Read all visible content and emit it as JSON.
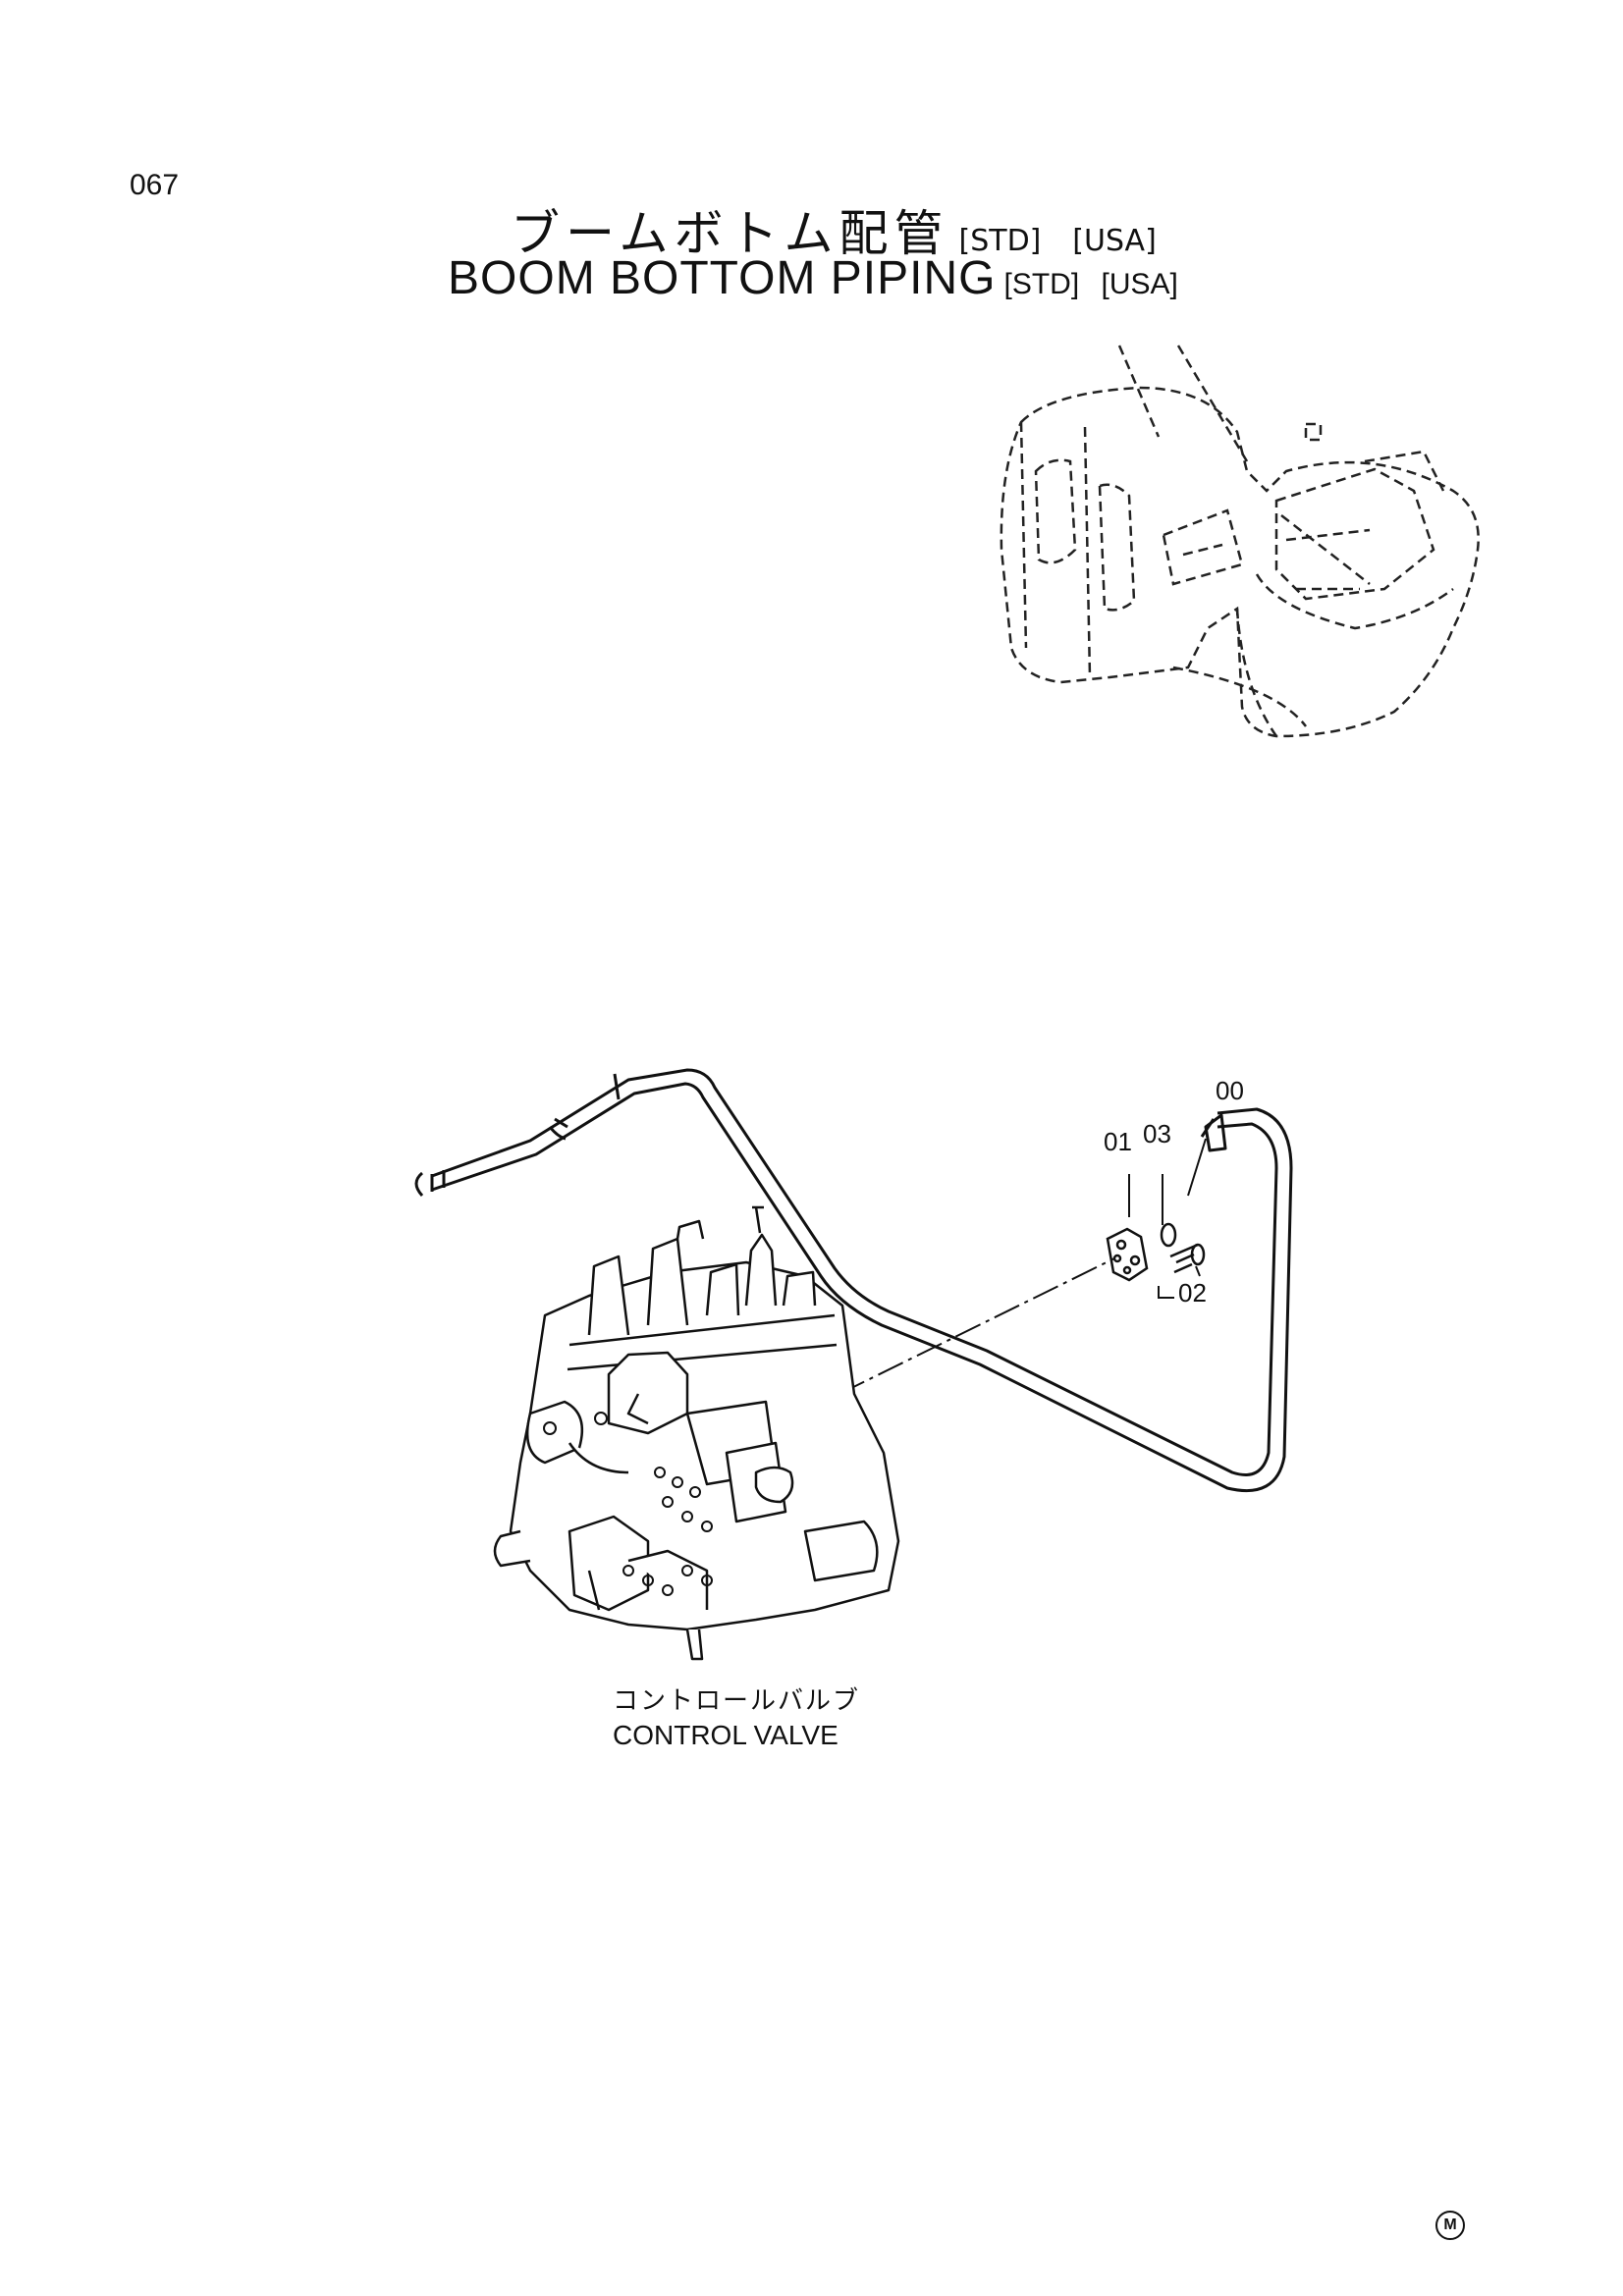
{
  "page_number": "067",
  "title_jp": "ブームボトム配管",
  "title_en": "BOOM BOTTOM PIPING",
  "tags": {
    "std": "[STD]",
    "usa": "[USA]"
  },
  "parts": [
    {
      "id": "00"
    },
    {
      "id": "01"
    },
    {
      "id": "02"
    },
    {
      "id": "03"
    }
  ],
  "component": {
    "label_jp": "コントロールバルブ",
    "label_en": "CONTROL VALVE"
  },
  "maker_mark": "M"
}
